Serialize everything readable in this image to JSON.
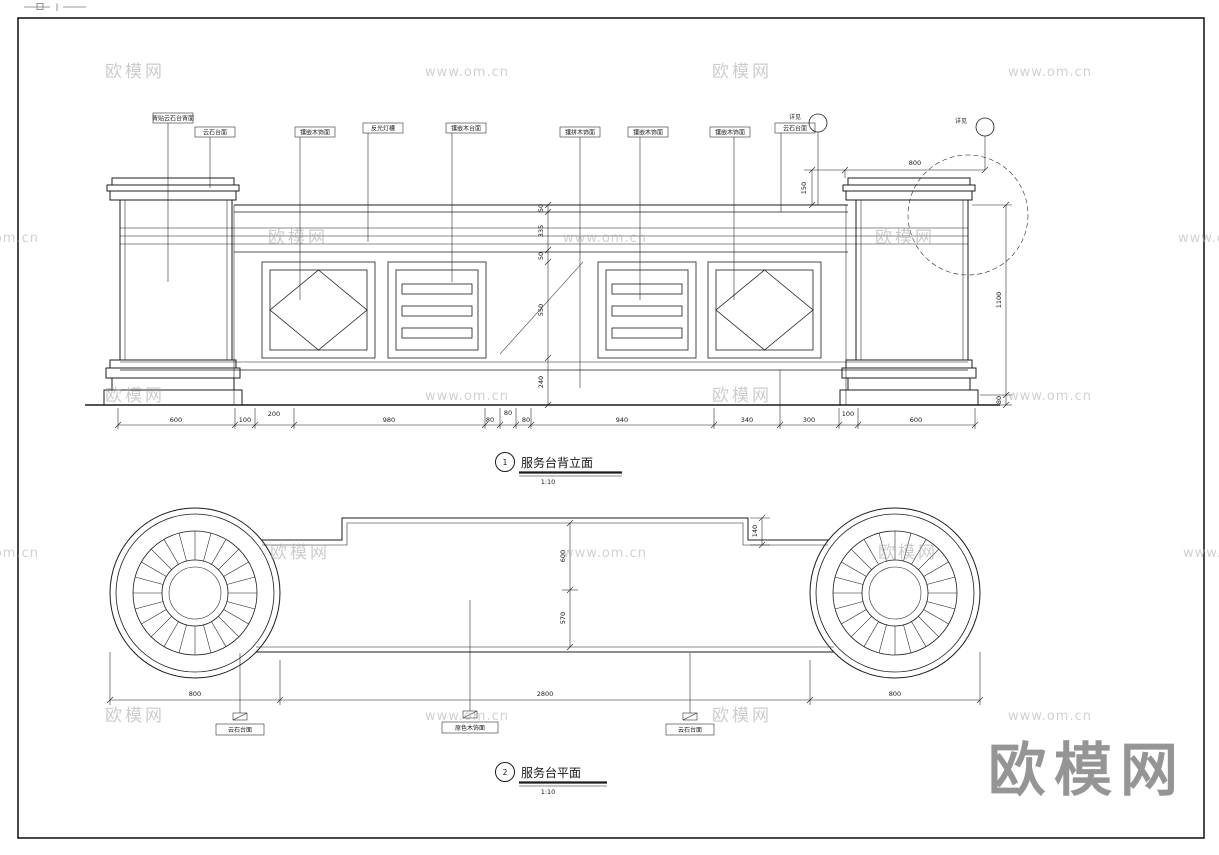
{
  "watermark": {
    "brand": "欧模网",
    "url": "www.om.cn",
    "big": "欧模网"
  },
  "elevation": {
    "title": {
      "no": "1",
      "text": "服务台背立面",
      "scale": "1:10"
    },
    "callout_left": "详见",
    "callout_right": "详见",
    "labels": [
      "背贴云石台背面",
      "云石台面",
      "镶嵌木饰面",
      "反光灯槽",
      "镶嵌木台面",
      "镶拼木饰面",
      "镶嵌木饰面",
      "镶嵌木饰面",
      "云石台面"
    ],
    "dims_top": {
      "w": "800",
      "h": "150"
    },
    "dims_mid": [
      "50",
      "335",
      "50",
      "550",
      "240"
    ],
    "dims_right": [
      "1100",
      "80"
    ],
    "dims_bottom": [
      "600",
      "100",
      "200",
      "980",
      "80",
      "80",
      "80",
      "940",
      "340",
      "300",
      "100",
      "600"
    ]
  },
  "plan": {
    "title": {
      "no": "2",
      "text": "服务台平面",
      "scale": "1:10"
    },
    "dims": {
      "depth_upper": "600",
      "depth_lower": "570",
      "step": "140"
    },
    "dims_bottom": [
      "800",
      "2800",
      "800"
    ],
    "labels": [
      "云石台面",
      "原色木饰面",
      "云石台面"
    ]
  }
}
